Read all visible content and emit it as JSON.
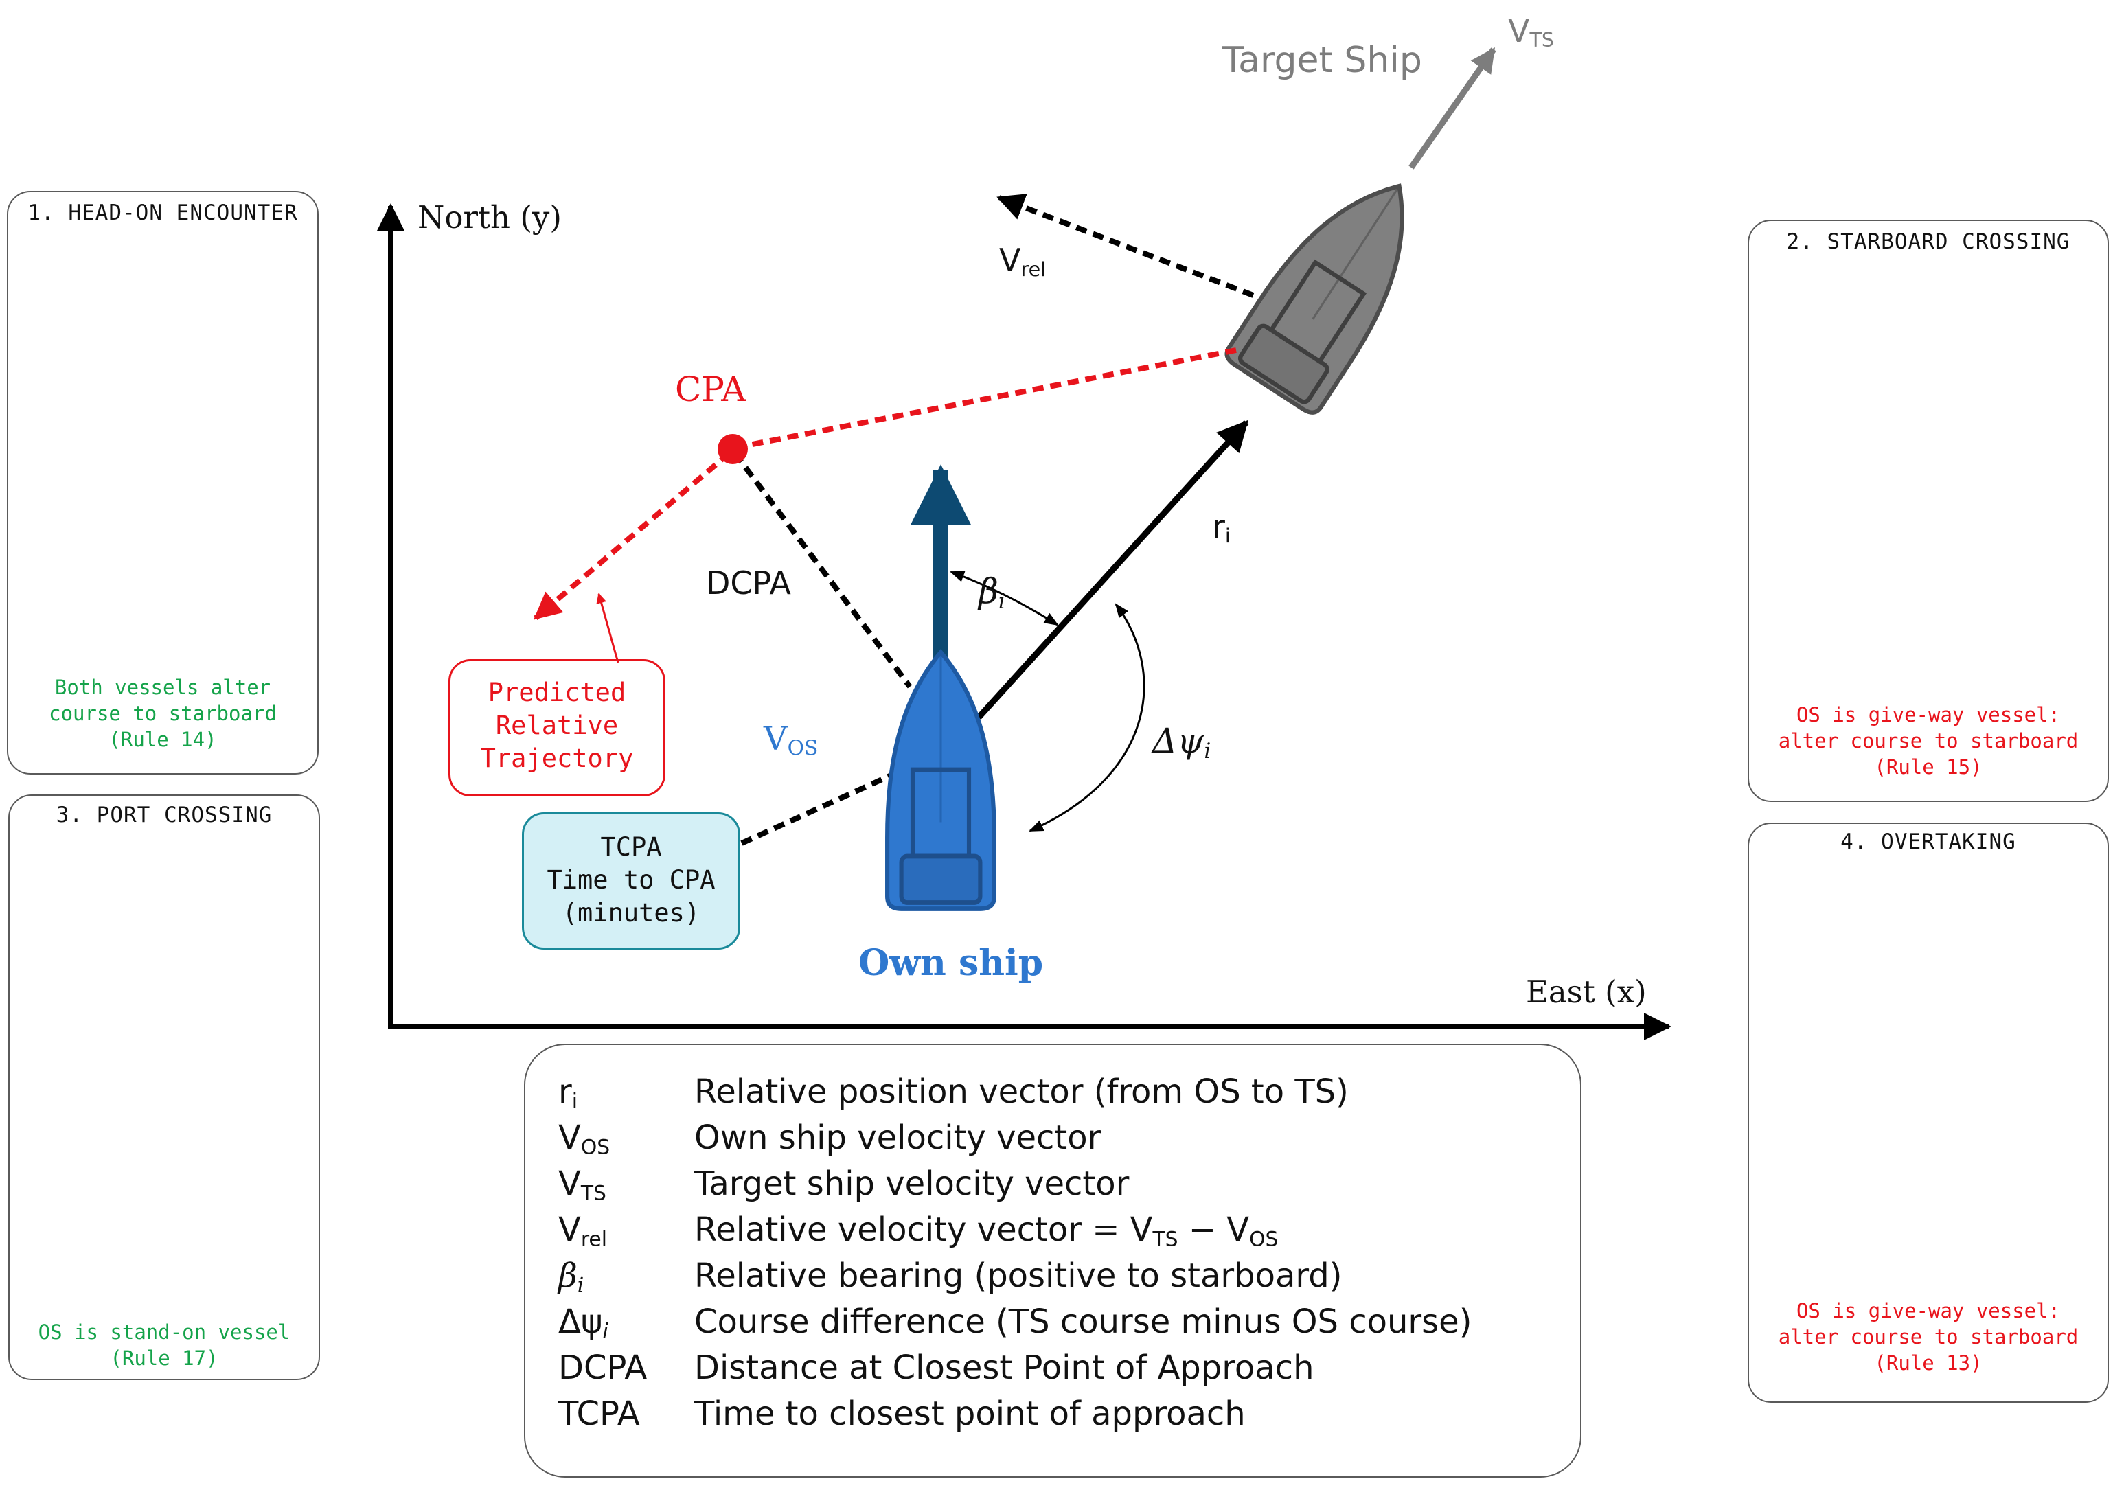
{
  "main": {
    "axis_y_label": "North (y)",
    "axis_x_label": "East (x)",
    "target_ship_label": "Target Ship",
    "vts_label_main": "V",
    "vts_label_sub": "TS",
    "vrel_label_main": "V",
    "vrel_label_sub": "rel",
    "cpa_label": "CPA",
    "dcpa_label": "DCPA",
    "ri_label_main": "r",
    "ri_label_sub": "i",
    "beta_label_main": "β",
    "beta_label_sub": "i",
    "dpsi_label_main": "Δψ",
    "dpsi_label_sub": "i",
    "vos_label_main": "V",
    "vos_label_sub": "OS",
    "own_ship_label": "Own ship",
    "predicted_box": "Predicted\nRelative\nTrajectory",
    "tcpa_box": "TCPA\nTime to CPA\n(minutes)"
  },
  "panels": [
    {
      "title": "1. HEAD-ON ENCOUNTER",
      "note": "Both vessels alter\ncourse to starboard\n(Rule 14)",
      "note_color": "green"
    },
    {
      "title": "2.  STARBOARD CROSSING",
      "note": "OS is give-way vessel:\nalter course to starboard\n(Rule 15)",
      "note_color": "red"
    },
    {
      "title": "3.  PORT CROSSING",
      "note": "OS is stand-on vessel\n(Rule 17)",
      "note_color": "green"
    },
    {
      "title": "4.  OVERTAKING",
      "note": "OS is give-way vessel:\nalter course to starboard\n(Rule 13)",
      "note_color": "red"
    }
  ],
  "legend": [
    {
      "sym": "r",
      "sub": "i",
      "desc": "Relative position vector (from OS to TS)"
    },
    {
      "sym": "V",
      "sub": "OS",
      "desc": "Own ship velocity vector"
    },
    {
      "sym": "V",
      "sub": "TS",
      "desc": "Target ship velocity vector"
    },
    {
      "sym": "V",
      "sub": "rel",
      "desc": "Relative velocity vector = V",
      "desc_sub1": "TS",
      "desc_mid": " − V",
      "desc_sub2": "OS"
    },
    {
      "sym": "β",
      "sub": "i",
      "desc": "Relative bearing (positive to starboard)"
    },
    {
      "sym": "Δψ",
      "sub": "i",
      "desc": "Course difference (TS course minus OS course)"
    },
    {
      "sym": "DCPA",
      "sub": "",
      "desc": "Distance at Closest Point of Approach"
    },
    {
      "sym": "TCPA",
      "sub": "",
      "desc": "Time to closest point of approach"
    }
  ],
  "colors": {
    "own_ship": "#2f78cf",
    "own_ship_arrow": "#0d4a72",
    "target_ship": "#7d7d7d",
    "cpa_red": "#e8141c",
    "give_way_green": "#15a34a",
    "tcpa_box_fill": "#d4f0f6",
    "tcpa_box_border": "#1a8a9a"
  }
}
